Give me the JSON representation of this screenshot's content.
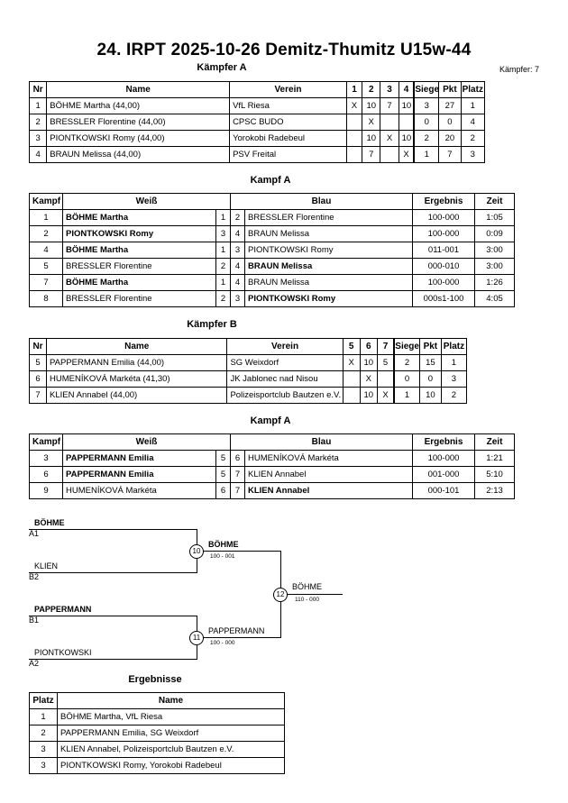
{
  "title": "24. IRPT  2025-10-26  Demitz-Thumitz   U15w-44",
  "pool_a": {
    "heading": "Kämpfer A",
    "count_label": "Kämpfer: 7",
    "headers": [
      "Nr",
      "Name",
      "Verein",
      "1",
      "2",
      "3",
      "4",
      "Siege",
      "Pkt",
      "Platz"
    ],
    "rows": [
      [
        "1",
        "BÖHME Martha  (44,00)",
        "VfL Riesa",
        "X",
        "10",
        "7",
        "10",
        "3",
        "27",
        "1"
      ],
      [
        "2",
        "BRESSLER Florentine  (44,00)",
        "CPSC BUDO",
        "",
        "X",
        "",
        "",
        "0",
        "0",
        "4"
      ],
      [
        "3",
        "PIONTKOWSKI Romy  (44,00)",
        "Yorokobi Radebeul",
        "",
        "10",
        "X",
        "10",
        "2",
        "20",
        "2"
      ],
      [
        "4",
        "BRAUN Melissa  (44,00)",
        "PSV Freital",
        "",
        "7",
        "",
        "X",
        "1",
        "7",
        "3"
      ]
    ]
  },
  "fights_a": {
    "heading": "Kampf A",
    "headers": [
      "Kampf",
      "Weiß",
      "Blau",
      "Ergebnis",
      "Zeit"
    ],
    "rows": [
      {
        "no": "1",
        "white": "BÖHME Martha",
        "wn": "1",
        "bn": "2",
        "blue": "BRESSLER Florentine",
        "result": "100-000",
        "time": "1:05",
        "winner": "white"
      },
      {
        "no": "2",
        "white": "PIONTKOWSKI Romy",
        "wn": "3",
        "bn": "4",
        "blue": "BRAUN Melissa",
        "result": "100-000",
        "time": "0:09",
        "winner": "white"
      },
      {
        "no": "4",
        "white": "BÖHME Martha",
        "wn": "1",
        "bn": "3",
        "blue": "PIONTKOWSKI Romy",
        "result": "011-001",
        "time": "3:00",
        "winner": "white"
      },
      {
        "no": "5",
        "white": "BRESSLER Florentine",
        "wn": "2",
        "bn": "4",
        "blue": "BRAUN Melissa",
        "result": "000-010",
        "time": "3:00",
        "winner": "blue"
      },
      {
        "no": "7",
        "white": "BÖHME Martha",
        "wn": "1",
        "bn": "4",
        "blue": "BRAUN Melissa",
        "result": "100-000",
        "time": "1:26",
        "winner": "white"
      },
      {
        "no": "8",
        "white": "BRESSLER Florentine",
        "wn": "2",
        "bn": "3",
        "blue": "PIONTKOWSKI Romy",
        "result": "000s1-100",
        "time": "4:05",
        "winner": "blue"
      }
    ]
  },
  "pool_b": {
    "heading": "Kämpfer B",
    "headers": [
      "Nr",
      "Name",
      "Verein",
      "5",
      "6",
      "7",
      "Siege",
      "Pkt",
      "Platz"
    ],
    "rows": [
      [
        "5",
        "PAPPERMANN Emilia  (44,00)",
        "SG Weixdorf",
        "X",
        "10",
        "5",
        "2",
        "15",
        "1"
      ],
      [
        "6",
        "HUMENÍKOVÁ Markéta  (41,30)",
        "JK Jablonec nad Nisou",
        "",
        "X",
        "",
        "0",
        "0",
        "3"
      ],
      [
        "7",
        "KLIEN Annabel  (44,00)",
        "Polizeisportclub Bautzen e.V.",
        "",
        "10",
        "X",
        "1",
        "10",
        "2"
      ]
    ]
  },
  "fights_b": {
    "heading": "Kampf A",
    "headers": [
      "Kampf",
      "Weiß",
      "Blau",
      "Ergebnis",
      "Zeit"
    ],
    "rows": [
      {
        "no": "3",
        "white": "PAPPERMANN Emilia",
        "wn": "5",
        "bn": "6",
        "blue": "HUMENÍKOVÁ Markéta",
        "result": "100-000",
        "time": "1:21",
        "winner": "white"
      },
      {
        "no": "6",
        "white": "PAPPERMANN Emilia",
        "wn": "5",
        "bn": "7",
        "blue": "KLIEN Annabel",
        "result": "001-000",
        "time": "5:10",
        "winner": "white"
      },
      {
        "no": "9",
        "white": "HUMENÍKOVÁ Markéta",
        "wn": "6",
        "bn": "7",
        "blue": "KLIEN Annabel",
        "result": "000-101",
        "time": "2:13",
        "winner": "blue"
      }
    ]
  },
  "bracket": {
    "p1": "BÖHME",
    "p1_seed": "A1",
    "p2": "KLIEN",
    "p2_seed": "B2",
    "p3": "PAPPERMANN",
    "p3_seed": "B1",
    "p4": "PIONTKOWSKI",
    "p4_seed": "A2",
    "semi1_no": "10",
    "semi1_winner": "BÖHME",
    "semi1_score": "100 - 001",
    "semi2_no": "11",
    "semi2_winner": "PAPPERMANN",
    "semi2_score": "100 - 000",
    "final_no": "12",
    "final_winner": "BÖHME",
    "final_score": "110 - 000"
  },
  "results": {
    "heading": "Ergebnisse",
    "headers": [
      "Platz",
      "Name"
    ],
    "rows": [
      [
        "1",
        "BÖHME Martha, VfL Riesa"
      ],
      [
        "2",
        "PAPPERMANN Emilia, SG Weixdorf"
      ],
      [
        "3",
        "KLIEN Annabel, Polizeisportclub Bautzen e.V."
      ],
      [
        "3",
        "PIONTKOWSKI Romy, Yorokobi Radebeul"
      ]
    ]
  }
}
